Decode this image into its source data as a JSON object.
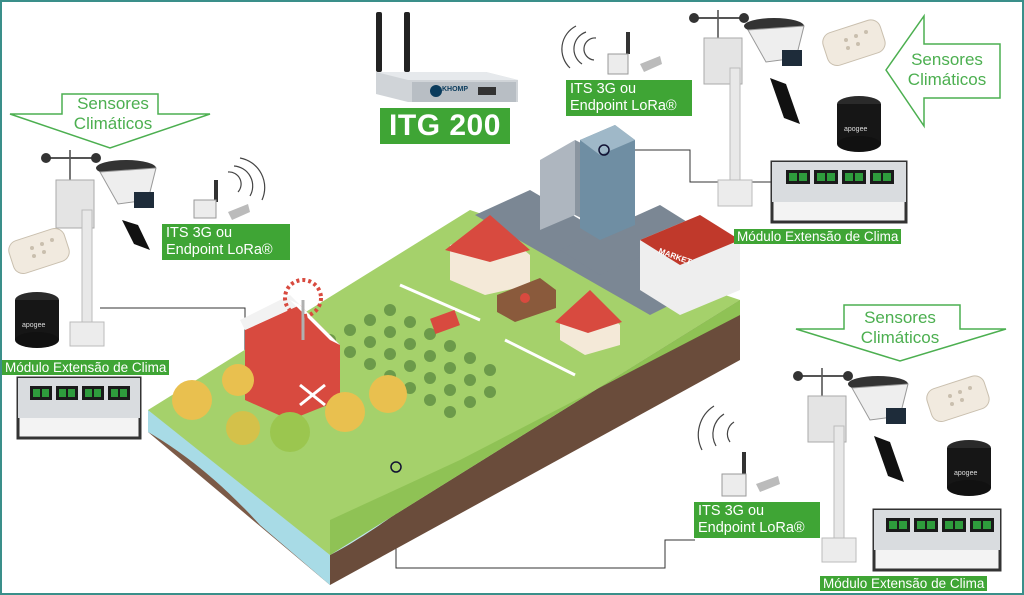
{
  "sensor_arrows": [
    {
      "line1": "Sensores",
      "line2": "Climáticos"
    },
    {
      "line1": "Sensores",
      "line2": "Climáticos"
    },
    {
      "line1": "Sensores",
      "line2": "Climáticos"
    }
  ],
  "gateway": {
    "label": "ITG 200",
    "brand": "KHOMP"
  },
  "endpoints": [
    {
      "line1": "ITS 3G ou",
      "line2": "Endpoint LoRa®"
    },
    {
      "line1": "ITS 3G ou",
      "line2": "Endpoint LoRa®"
    },
    {
      "line1": "ITS 3G ou",
      "line2": "Endpoint LoRa®"
    }
  ],
  "modules": [
    {
      "label": "Módulo Extensão de Clima"
    },
    {
      "label": "Módulo Extensão de Clima"
    },
    {
      "label": "Módulo Extensão de Clima"
    }
  ],
  "scene": {
    "market_sign": "MARKET",
    "sensor_brand": "apogee"
  },
  "colors": {
    "green": "#3fa535",
    "arrow_green": "#4caf50",
    "frame": "#3a8f8a",
    "grass": "#9ccc65",
    "soil": "#6d4c41",
    "water": "#a8dbe6"
  }
}
